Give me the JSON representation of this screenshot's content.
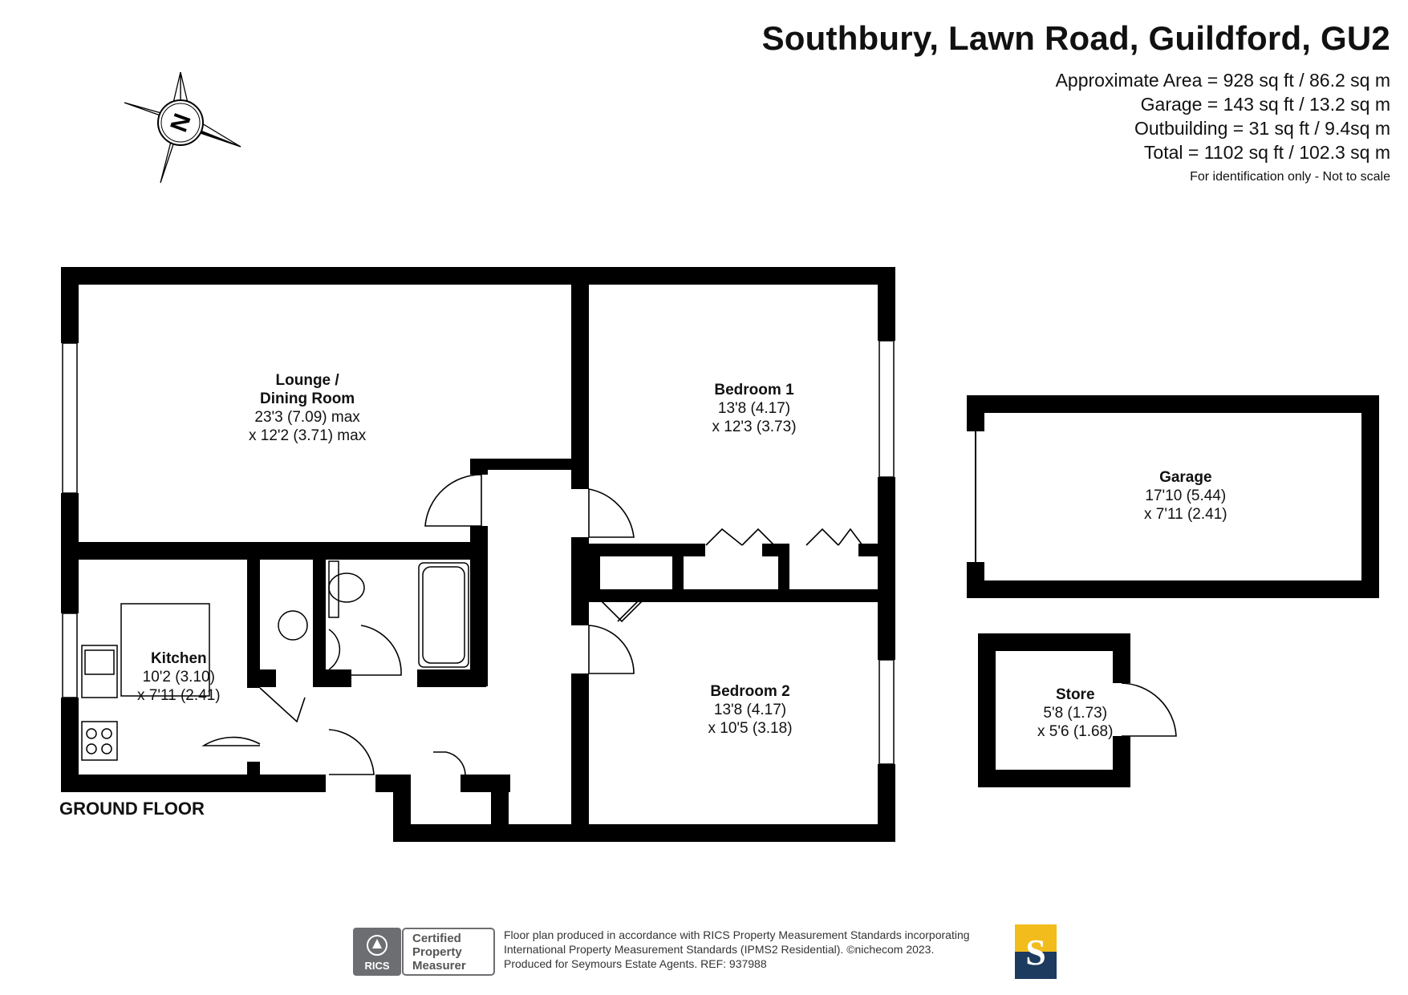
{
  "header": {
    "title": "Southbury, Lawn Road, Guildford, GU2",
    "areas": [
      "Approximate Area = 928 sq ft / 86.2 sq m",
      "Garage = 143 sq ft / 13.2 sq m",
      "Outbuilding = 31 sq ft / 9.4sq m",
      "Total = 1102 sq ft / 102.3 sq m"
    ],
    "note": "For identification only - Not to scale"
  },
  "compass": {
    "letter": "N"
  },
  "rooms": {
    "lounge": {
      "name": "Lounge /",
      "name2": "Dining Room",
      "dim1": "23'3 (7.09) max",
      "dim2": "x 12'2 (3.71) max"
    },
    "bedroom1": {
      "name": "Bedroom 1",
      "dim1": "13'8 (4.17)",
      "dim2": "x 12'3 (3.73)"
    },
    "kitchen": {
      "name": "Kitchen",
      "dim1": "10'2 (3.10)",
      "dim2": "x 7'11 (2.41)"
    },
    "bedroom2": {
      "name": "Bedroom 2",
      "dim1": "13'8 (4.17)",
      "dim2": "x 10'5 (3.18)"
    },
    "garage": {
      "name": "Garage",
      "dim1": "17'10 (5.44)",
      "dim2": "x 7'11 (2.41)"
    },
    "store": {
      "name": "Store",
      "dim1": "5'8 (1.73)",
      "dim2": "x 5'6 (1.68)"
    }
  },
  "floor_label": "GROUND FLOOR",
  "footer": {
    "lines": [
      "Floor plan produced in accordance with RICS Property Measurement Standards incorporating",
      "International Property Measurement Standards (IPMS2 Residential).   ©nichecom 2023.",
      "Produced for Seymours Estate Agents.   REF:  937988"
    ],
    "rics_badge": "RICS",
    "rics_lines": [
      "Certified",
      "Property",
      "Measurer"
    ],
    "brand_letter": "S"
  },
  "colors": {
    "wall": "#000000",
    "brand_navy": "#1d3a5f",
    "brand_gold": "#f2bd1c",
    "rics_grey": "#6d6e71"
  }
}
